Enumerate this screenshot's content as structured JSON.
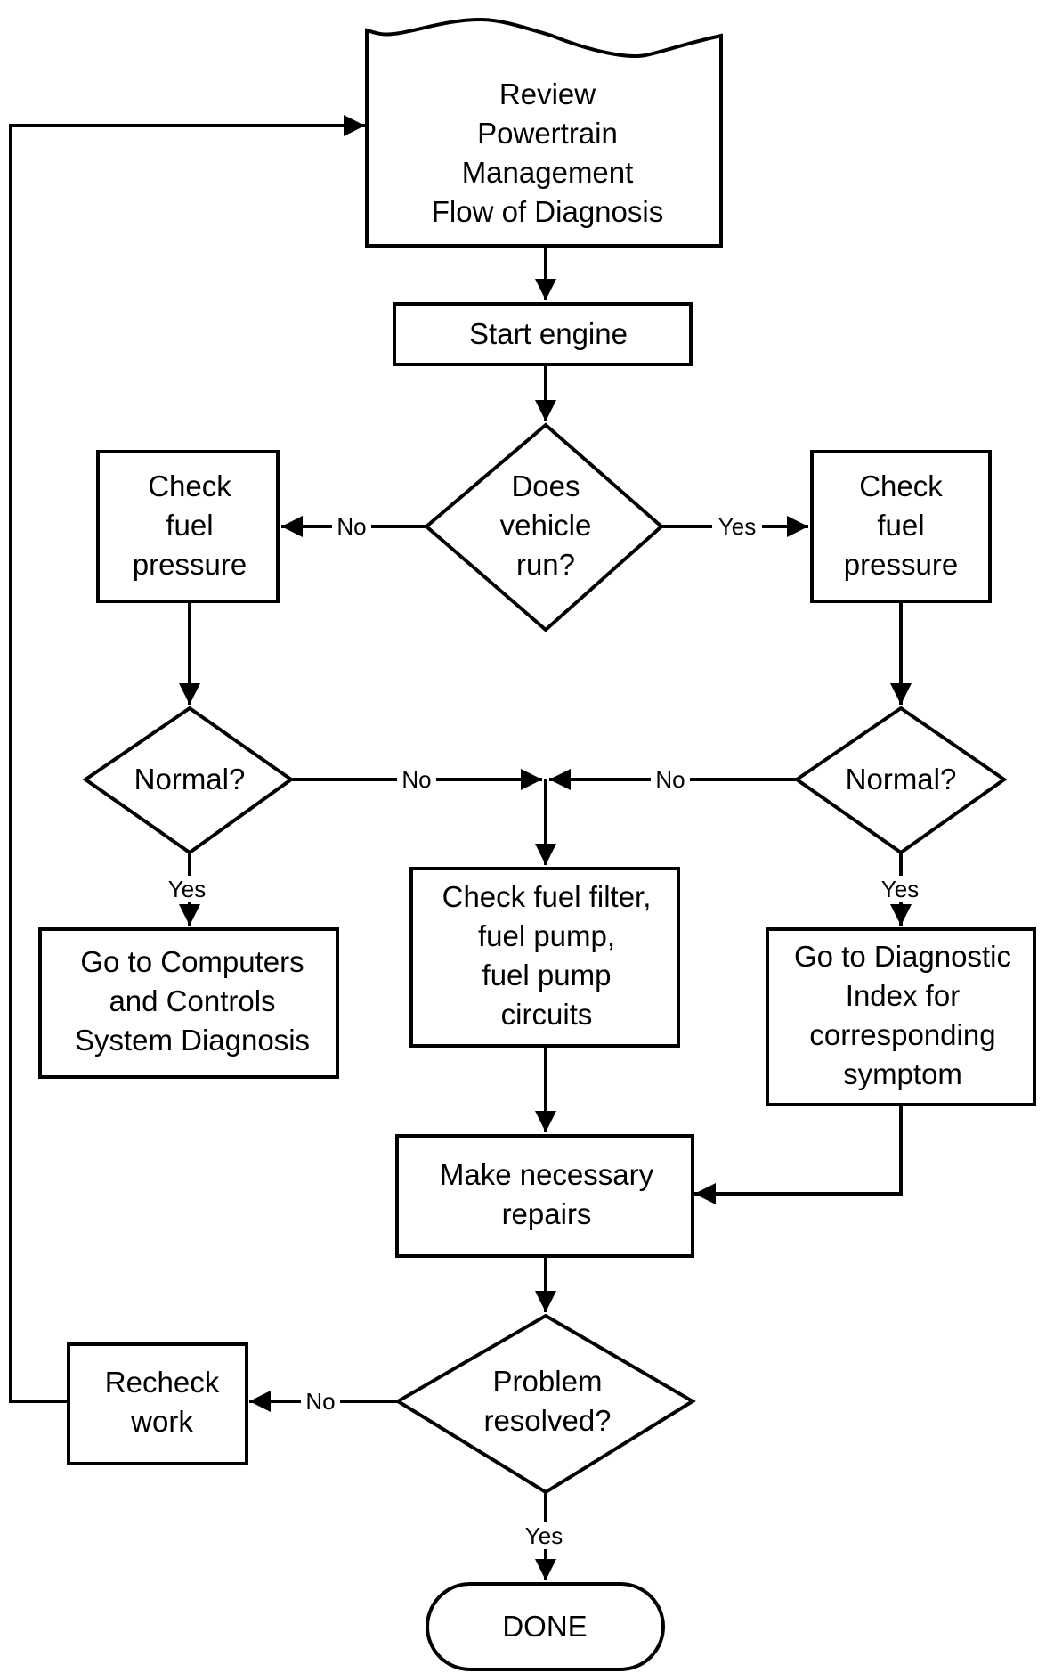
{
  "nodes": {
    "review": [
      "Review",
      "Powertrain",
      "Management",
      "Flow of Diagnosis"
    ],
    "start": [
      "Start engine"
    ],
    "runs": [
      "Does",
      "vehicle",
      "run?"
    ],
    "check_left": [
      "Check",
      "fuel",
      "pressure"
    ],
    "check_right": [
      "Check",
      "fuel",
      "pressure"
    ],
    "normal_left": [
      "Normal?"
    ],
    "normal_right": [
      "Normal?"
    ],
    "computers": [
      "Go to Computers",
      "and Controls",
      "System Diagnosis"
    ],
    "filter": [
      "Check fuel filter,",
      "fuel pump,",
      "fuel pump",
      "circuits"
    ],
    "index": [
      "Go to Diagnostic",
      "Index for",
      "corresponding",
      "symptom"
    ],
    "repairs": [
      "Make necessary",
      "repairs"
    ],
    "resolved": [
      "Problem",
      "resolved?"
    ],
    "recheck": [
      "Recheck",
      "work"
    ],
    "done": [
      "DONE"
    ]
  },
  "edge_labels": {
    "runs_no": "No",
    "runs_yes": "Yes",
    "normal_left_no": "No",
    "normal_right_no": "No",
    "normal_left_yes": "Yes",
    "normal_right_yes": "Yes",
    "resolved_no": "No",
    "resolved_yes": "Yes"
  }
}
